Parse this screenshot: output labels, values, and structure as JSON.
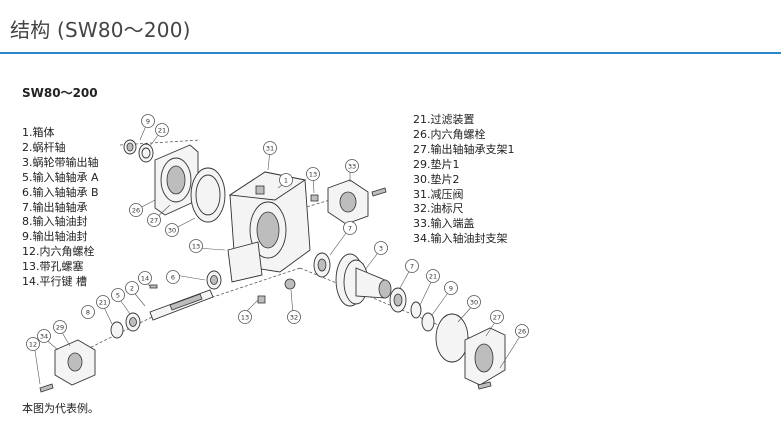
{
  "page": {
    "title": "结构 (SW80～200)",
    "subtitle": "SW80～200",
    "caption": "本图为代表例。"
  },
  "legend_left": [
    "1.箱体",
    "2.蜗杆轴",
    "3.蜗轮带输出轴",
    "5.输入轴轴承 A",
    "6.输入轴轴承 B",
    "7.输出轴轴承",
    "8.输入轴油封",
    "9.输出轴油封",
    "12.内六角螺栓",
    "13.带孔螺塞",
    "14.平行键 槽"
  ],
  "legend_right": [
    "21.过滤装置",
    "26.内六角螺栓",
    "27.输出轴轴承支架1",
    "29.垫片1",
    "30.垫片2",
    "31.减压阀",
    "32.油标尺",
    "33.输入端盖",
    "34.输入轴油封支架"
  ],
  "callouts": [
    "9",
    "21",
    "26",
    "27",
    "30",
    "31",
    "1",
    "13",
    "33",
    "7",
    "3",
    "6",
    "14",
    "2",
    "5",
    "21",
    "8",
    "13",
    "32",
    "7",
    "21",
    "9",
    "30",
    "27",
    "26",
    "34",
    "29",
    "12",
    "13"
  ],
  "colors": {
    "accent_rule": "#2a88c8"
  }
}
